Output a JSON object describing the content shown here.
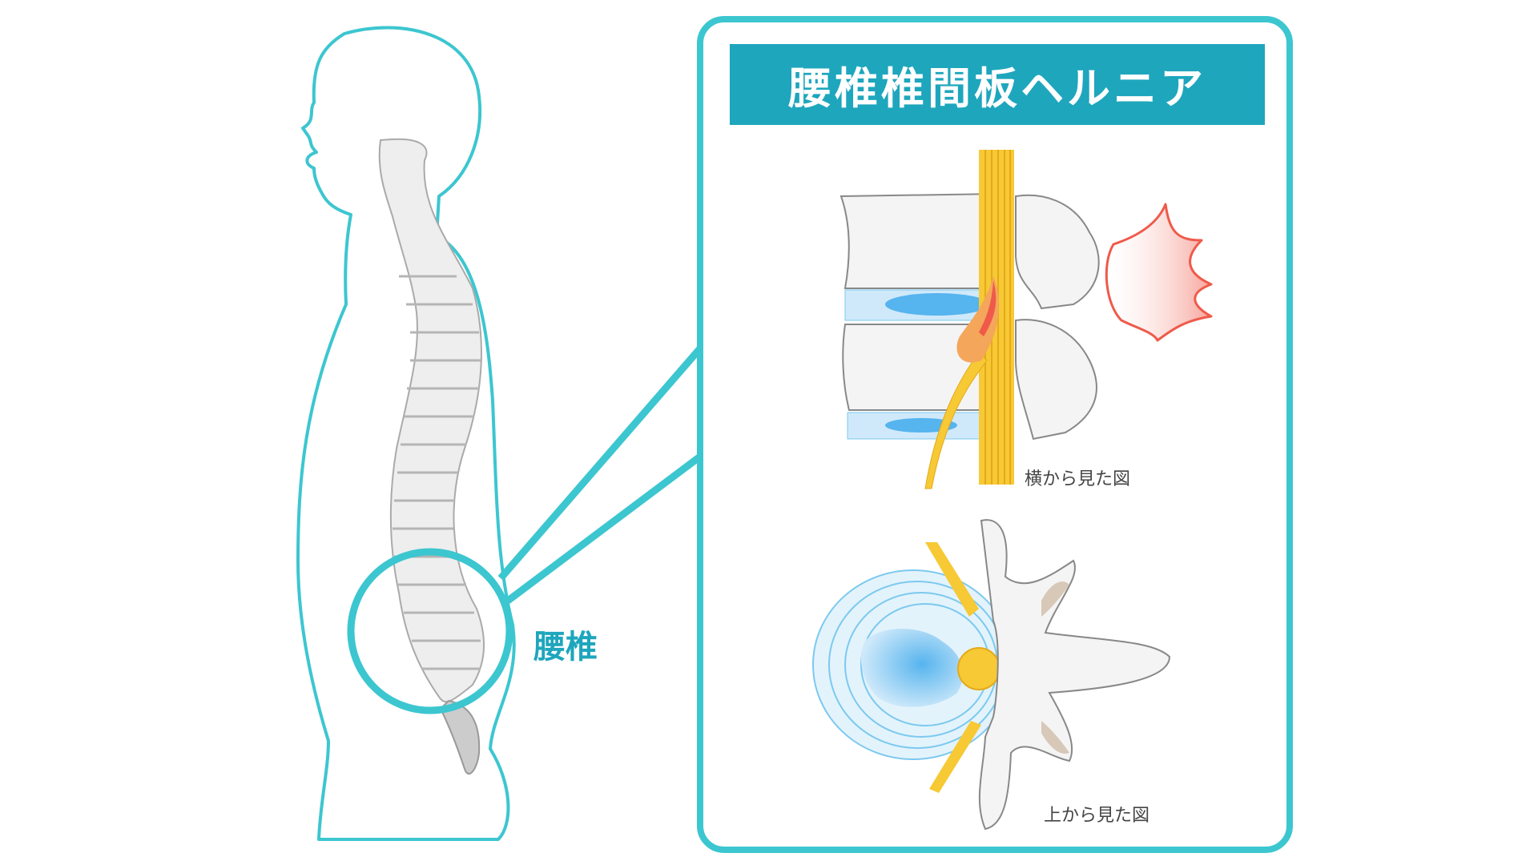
{
  "title": "腰椎椎間板ヘルニア",
  "lumbar_label": "腰椎",
  "side_view_caption": "横から見た図",
  "top_view_caption": "上から見た図",
  "colors": {
    "accent": "#1ea6bd",
    "outline": "#3cc6d0",
    "bone": "#eeeeee",
    "nerve": "#f6c935",
    "disc": "#7cc9ef",
    "pain": "#ef5a4a"
  }
}
